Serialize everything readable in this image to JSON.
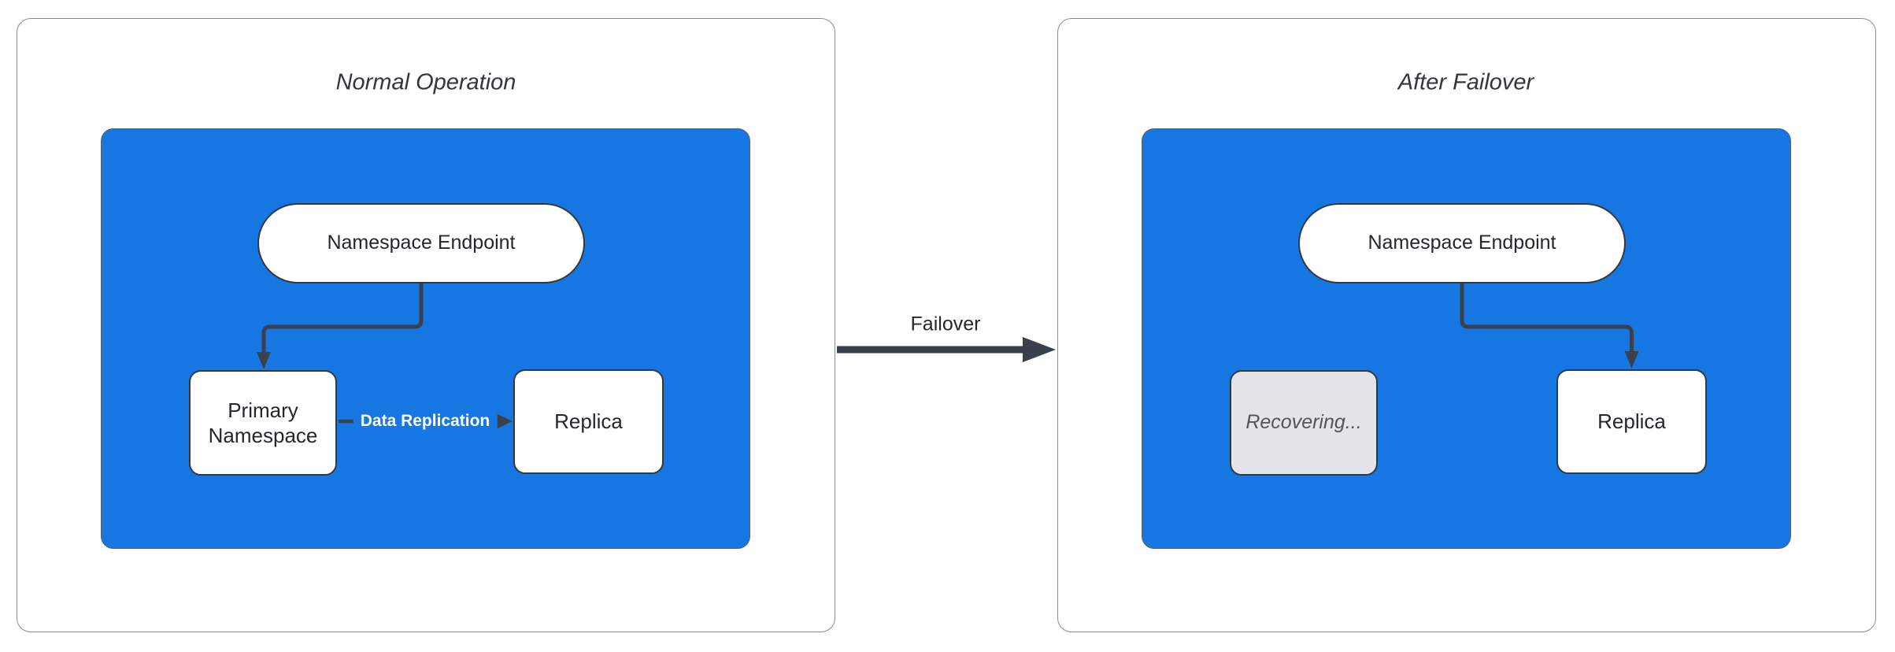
{
  "colors": {
    "cluster_blue": "#1677E2",
    "connector_dark": "#3A414C",
    "recovering_fill": "#E3E5E8",
    "recovering_text": "#50565E",
    "panel_border": "#8B8B8B",
    "node_border": "#33383F",
    "title_text": "#33363B",
    "node_text": "#24272B",
    "edge_label_on_blue": "#FFFFFF"
  },
  "left_panel": {
    "title": "Normal Operation",
    "endpoint": "Namespace Endpoint",
    "primary": "Primary Namespace",
    "replica": "Replica",
    "replication_label": "Data Replication"
  },
  "transition": {
    "label": "Failover"
  },
  "right_panel": {
    "title": "After Failover",
    "endpoint": "Namespace Endpoint",
    "recovering": "Recovering...",
    "replica": "Replica"
  }
}
